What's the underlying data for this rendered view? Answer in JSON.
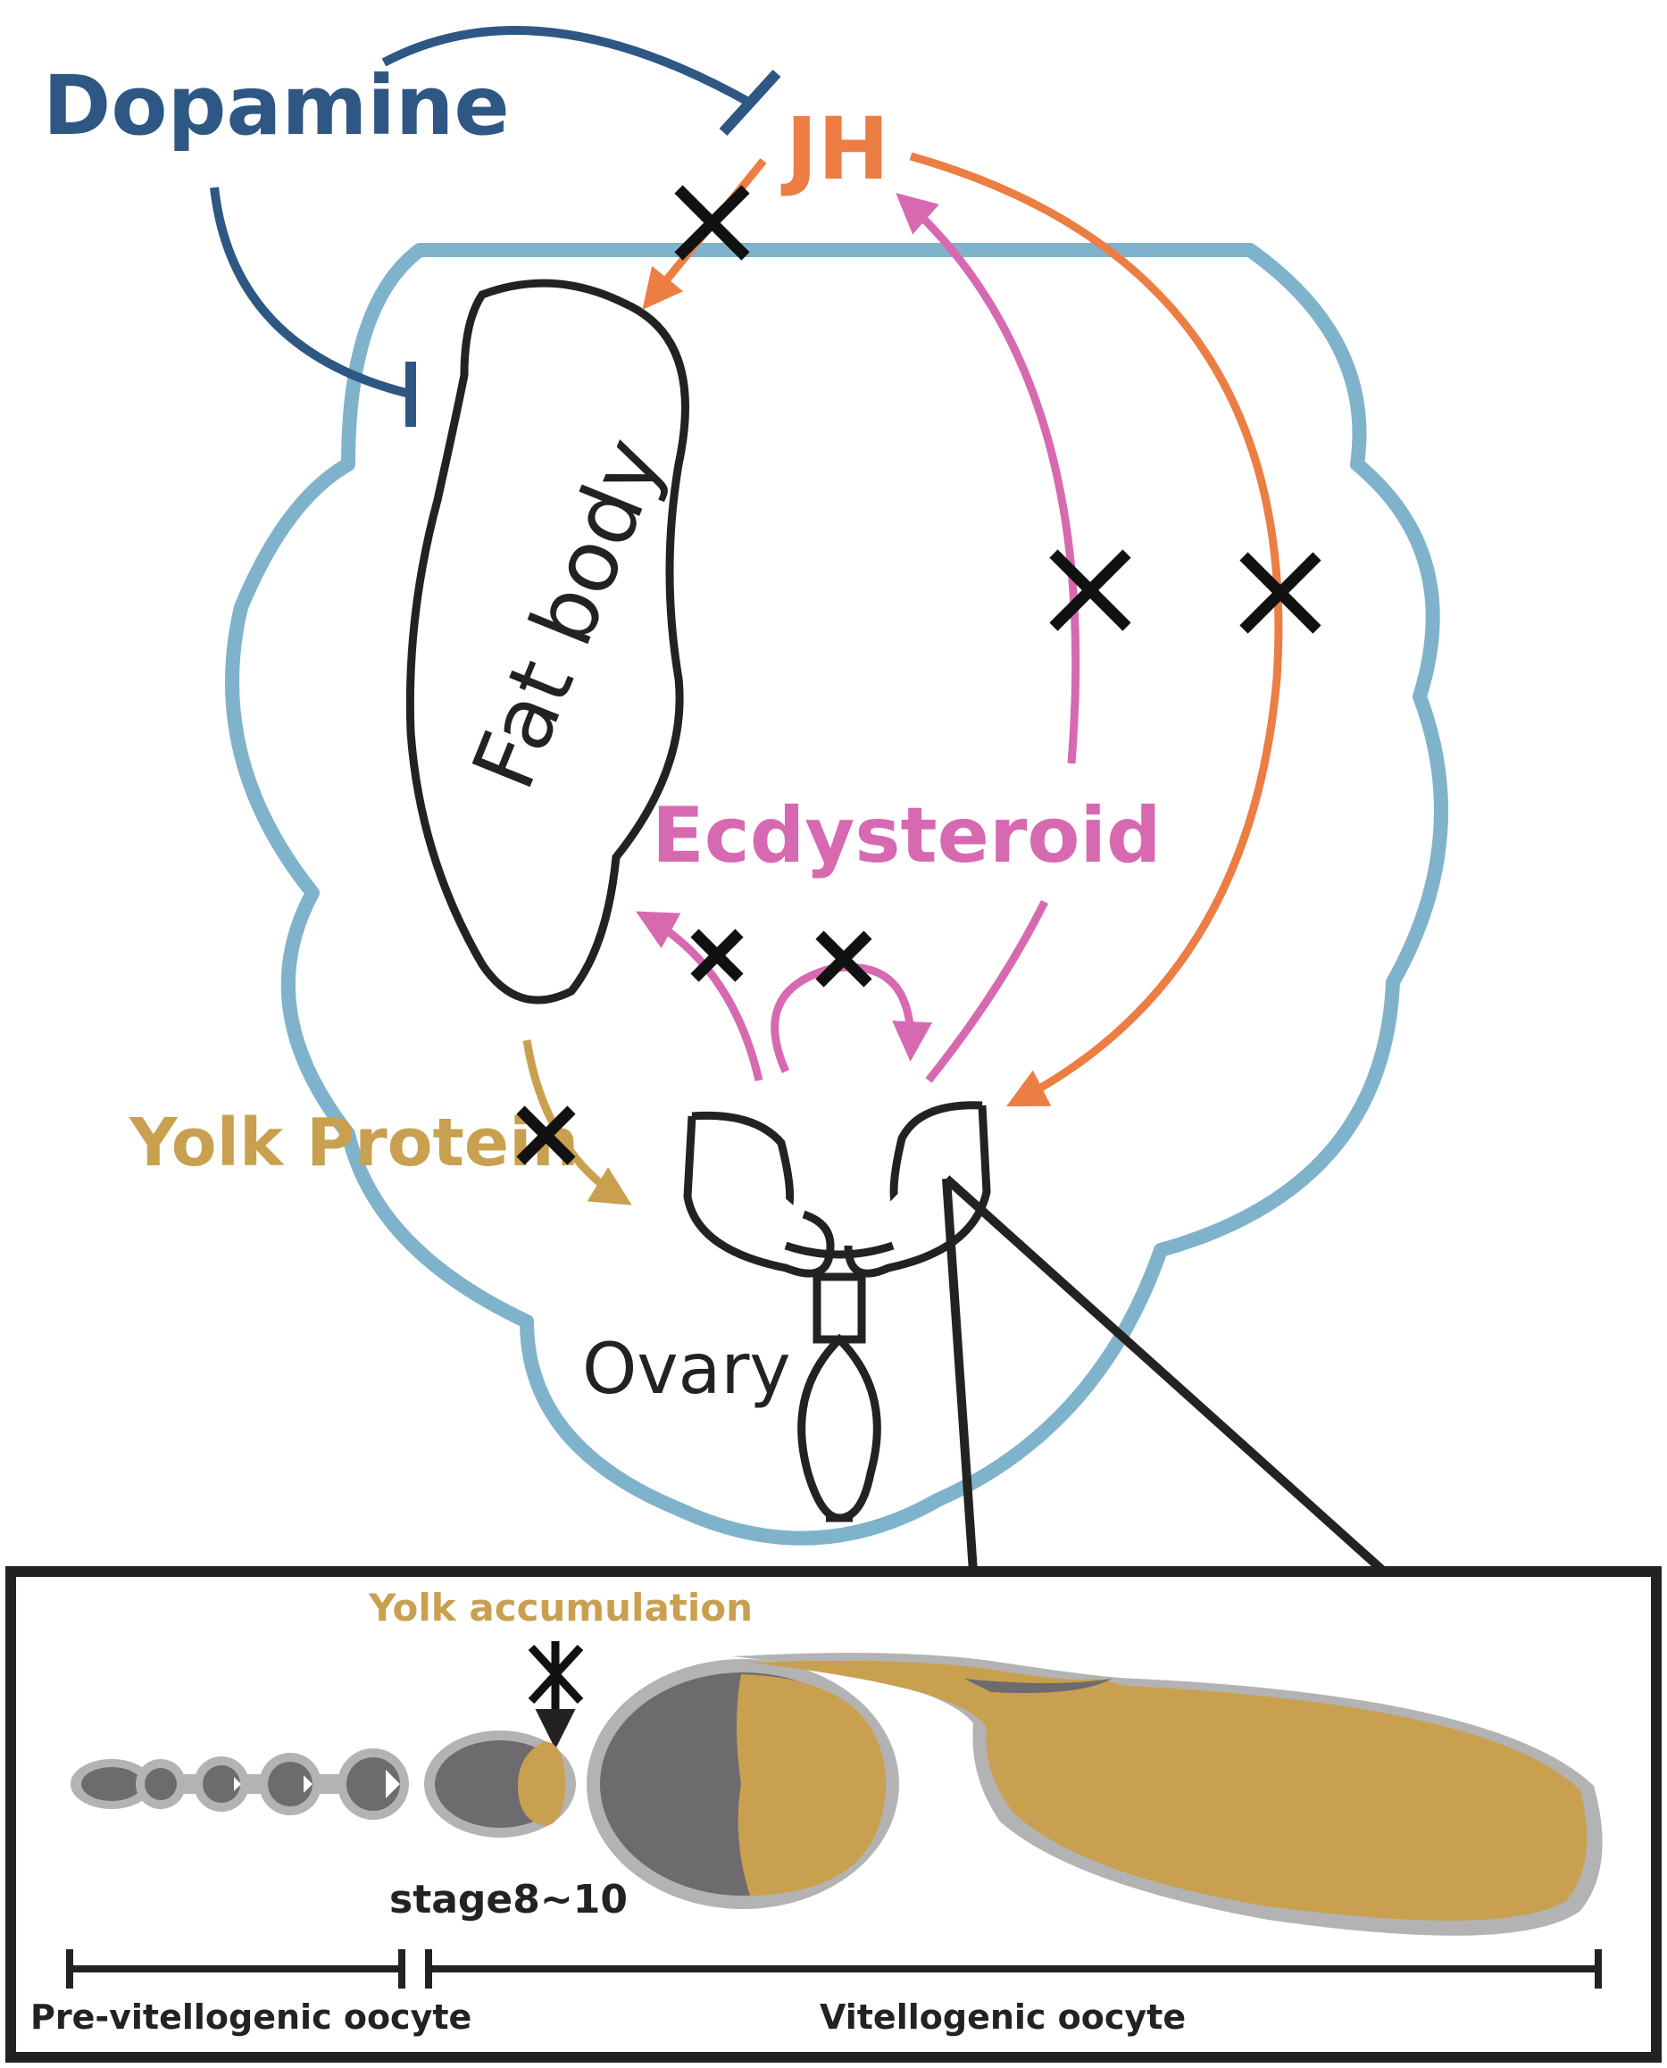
{
  "labels": {
    "dopamine": "Dopamine",
    "jh": "JH",
    "fat_body": "Fat body",
    "ecdysteroid": "Ecdysteroid",
    "yolk_protein": "Yolk Protein",
    "ovary": "Ovary",
    "yolk_accumulation": "Yolk accumulation",
    "stage": "stage8~10",
    "pre_vitellogenic": "Pre-vitellogenic oocyte",
    "vitellogenic": "Vitellogenic oocyte"
  },
  "colors": {
    "dopamine": "#2e5784",
    "jh": "#ec7d43",
    "ecdysteroid": "#d769b1",
    "yolk": "#c9a04f",
    "body_outline": "#7fb3cc",
    "outline": "#222222",
    "oocyte_dark": "#6e6b6e",
    "oocyte_rim": "#b3b3b3"
  }
}
